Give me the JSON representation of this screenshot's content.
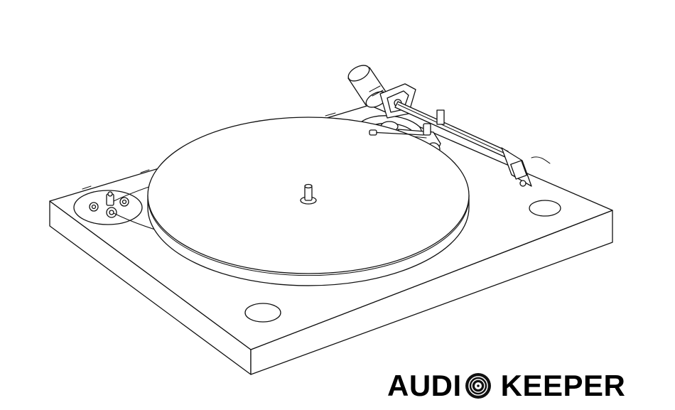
{
  "logo": {
    "word_1": "AUDIO",
    "word_1_letters": "AUDI",
    "word_2": "KEEPER",
    "text_color": "#111111"
  },
  "illustration": {
    "subject": "turntable",
    "style": "line-art",
    "line_color": "#111111",
    "background": "#ffffff"
  }
}
